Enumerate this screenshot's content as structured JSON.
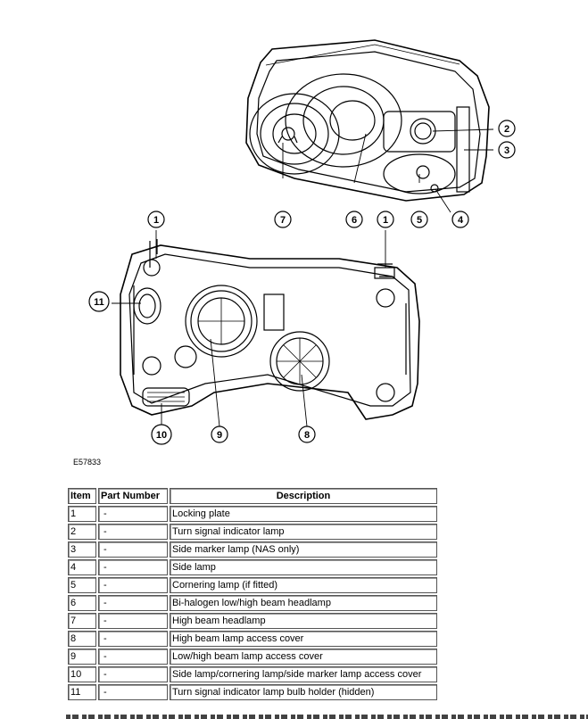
{
  "figure": {
    "id": "E57833",
    "callouts": [
      "1",
      "2",
      "3",
      "4",
      "5",
      "6",
      "7",
      "8",
      "9",
      "10",
      "11"
    ]
  },
  "table": {
    "headers": {
      "item": "Item",
      "part_number": "Part Number",
      "description": "Description"
    },
    "rows": [
      {
        "item": "1",
        "part_number": "-",
        "description": "Locking plate"
      },
      {
        "item": "2",
        "part_number": "-",
        "description": "Turn signal indicator lamp"
      },
      {
        "item": "3",
        "part_number": "-",
        "description": "Side marker lamp (NAS only)"
      },
      {
        "item": "4",
        "part_number": "-",
        "description": "Side lamp"
      },
      {
        "item": "5",
        "part_number": "-",
        "description": "Cornering lamp (if fitted)"
      },
      {
        "item": "6",
        "part_number": "-",
        "description": "Bi-halogen low/high beam headlamp"
      },
      {
        "item": "7",
        "part_number": "-",
        "description": "High beam headlamp"
      },
      {
        "item": "8",
        "part_number": "-",
        "description": "High beam lamp access cover"
      },
      {
        "item": "9",
        "part_number": "-",
        "description": "Low/high beam lamp access cover"
      },
      {
        "item": "10",
        "part_number": "-",
        "description": "Side lamp/cornering lamp/side marker lamp access cover"
      },
      {
        "item": "11",
        "part_number": "-",
        "description": "Turn signal indicator lamp bulb holder (hidden)"
      }
    ]
  }
}
